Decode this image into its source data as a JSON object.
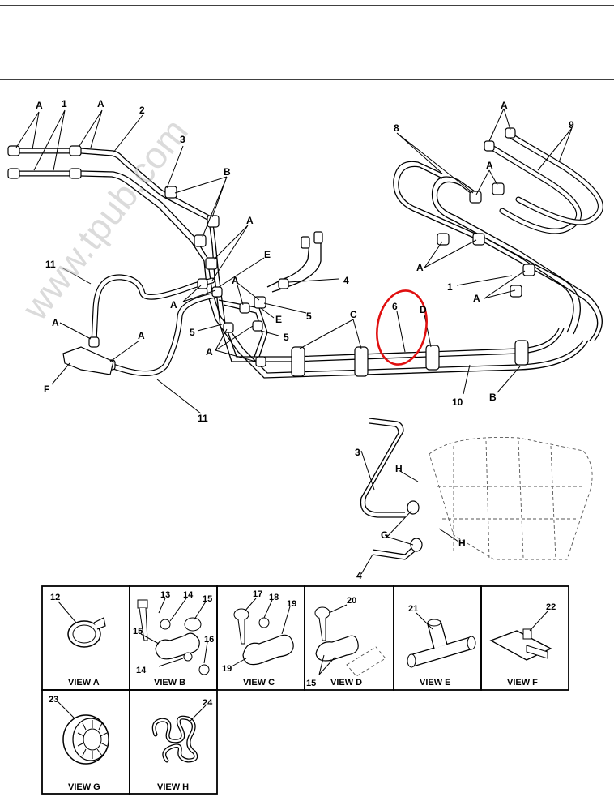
{
  "watermark": "www.tpub.com",
  "callouts": {
    "A": "A",
    "B": "B",
    "C": "C",
    "D": "D",
    "E": "E",
    "F": "F",
    "G": "G",
    "H": "H",
    "n1": "1",
    "n2": "2",
    "n3": "3",
    "n4": "4",
    "n5": "5",
    "n6": "6",
    "n8": "8",
    "n9": "9",
    "n10": "10",
    "n11": "11"
  },
  "views": {
    "a": {
      "title": "VIEW A",
      "parts": [
        "12"
      ]
    },
    "b": {
      "title": "VIEW B",
      "parts": [
        "13",
        "14",
        "15",
        "15",
        "16",
        "14"
      ]
    },
    "c": {
      "title": "VIEW C",
      "parts": [
        "17",
        "18",
        "19",
        "19"
      ]
    },
    "d": {
      "title": "VIEW D",
      "parts": [
        "20",
        "15"
      ]
    },
    "e": {
      "title": "VIEW E",
      "parts": [
        "21"
      ]
    },
    "f": {
      "title": "VIEW F",
      "parts": [
        "22"
      ]
    },
    "g": {
      "title": "VIEW G",
      "parts": [
        "23"
      ]
    },
    "h": {
      "title": "VIEW H",
      "parts": [
        "24"
      ]
    }
  },
  "highlight_color": "#e01010"
}
